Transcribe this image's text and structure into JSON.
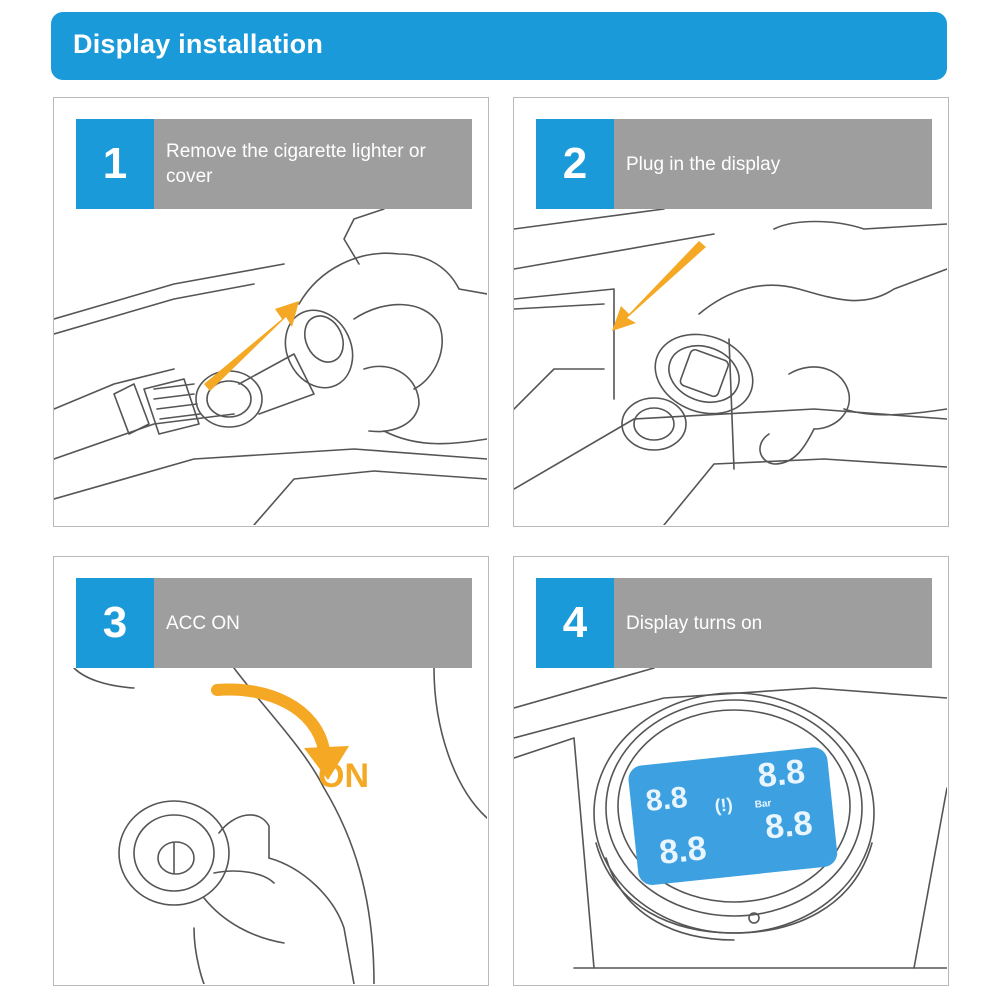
{
  "header": {
    "title": "Display installation"
  },
  "steps": [
    {
      "number": "1",
      "label": "Remove the cigarette lighter or cover",
      "icon": "hand-removing-lighter-illustration"
    },
    {
      "number": "2",
      "label": "Plug in the display",
      "icon": "hand-plugging-display-illustration"
    },
    {
      "number": "3",
      "label": "ACC ON",
      "icon": "hand-turning-key-illustration"
    },
    {
      "number": "4",
      "label": "Display turns on",
      "icon": "tpms-display-illustration"
    }
  ],
  "annotations": {
    "on_label": "ON"
  },
  "display": {
    "digits": "8.8",
    "unit": "Bar"
  },
  "colors": {
    "accent_blue": "#1a9ad8",
    "label_gray": "#9e9e9e",
    "arrow_orange": "#f4a823",
    "screen_blue": "#3da0e0"
  }
}
